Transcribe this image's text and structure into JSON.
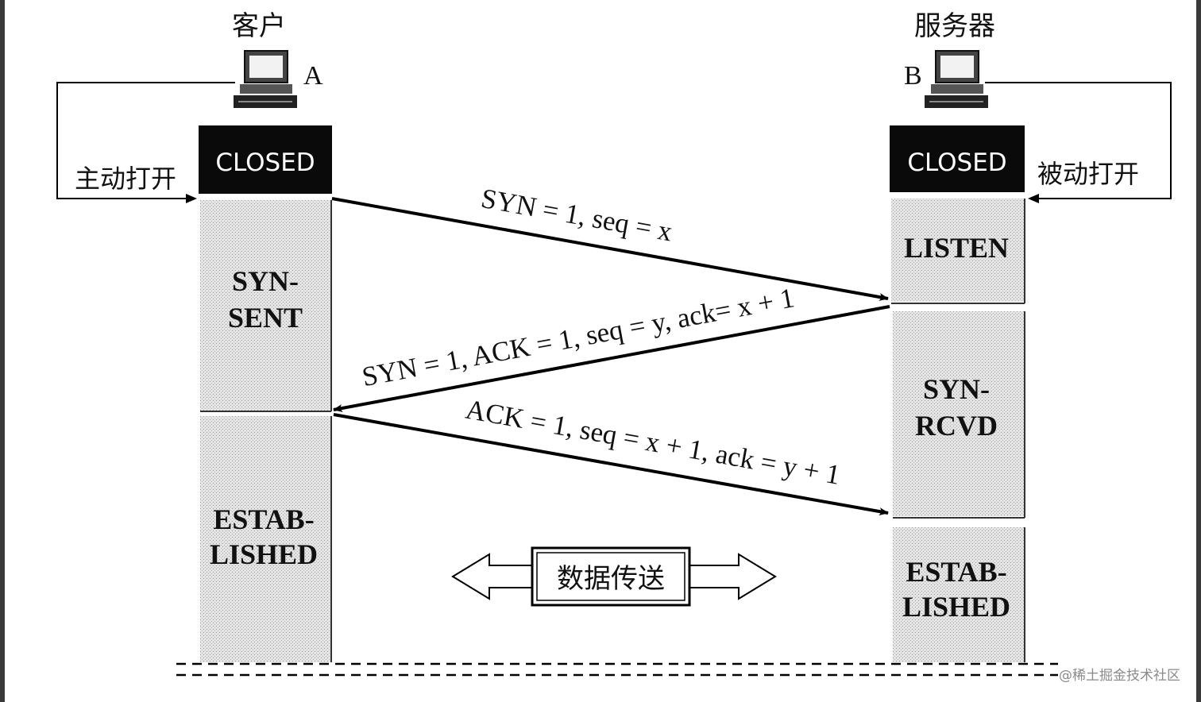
{
  "client": {
    "title": "客户",
    "host_label": "A",
    "open_label": "主动打开",
    "states": {
      "closed": "CLOSED",
      "syn_sent": [
        "SYN-",
        "SENT"
      ],
      "established": [
        "ESTAB-",
        "LISHED"
      ]
    }
  },
  "server": {
    "title": "服务器",
    "host_label": "B",
    "open_label": "被动打开",
    "states": {
      "closed": "CLOSED",
      "listen": "LISTEN",
      "syn_rcvd": [
        "SYN-",
        "RCVD"
      ],
      "established": [
        "ESTAB-",
        "LISHED"
      ]
    }
  },
  "messages": {
    "syn": "SYN = 1, seq = x",
    "syn_ack": "SYN = 1, ACK = 1, seq = y, ack= x + 1",
    "ack": "ACK = 1, seq = x + 1, ack = y + 1"
  },
  "data_transfer": "数据传送",
  "watermark": "@稀土掘金技术社区"
}
